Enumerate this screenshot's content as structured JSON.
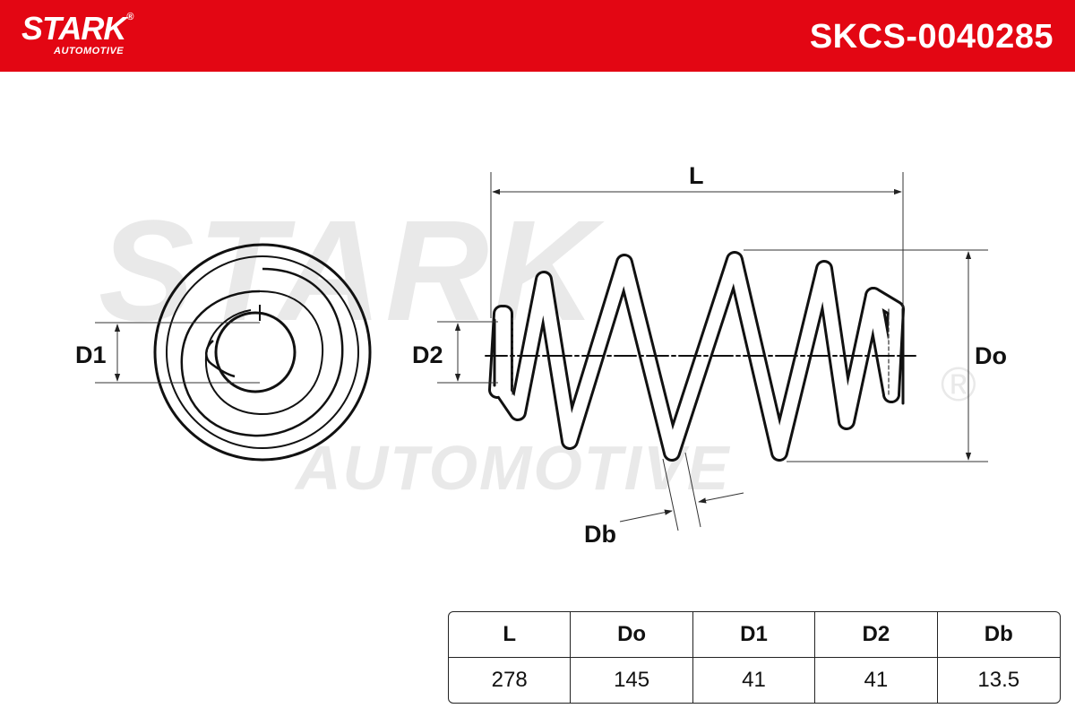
{
  "header": {
    "brand_name": "STARK",
    "brand_registered": "®",
    "brand_sub": "AUTOMOTIVE",
    "part_number": "SKCS-0040285",
    "color": "#e30613"
  },
  "watermark": {
    "main": "STARK",
    "sub": "AUTOMOTIVE",
    "registered": "®"
  },
  "diagram": {
    "labels": {
      "d1": "D1",
      "d2": "D2",
      "l": "L",
      "do": "Do",
      "db": "Db"
    }
  },
  "specs": {
    "headers": [
      "L",
      "Do",
      "D1",
      "D2",
      "Db"
    ],
    "values": [
      "278",
      "145",
      "41",
      "41",
      "13.5"
    ]
  }
}
